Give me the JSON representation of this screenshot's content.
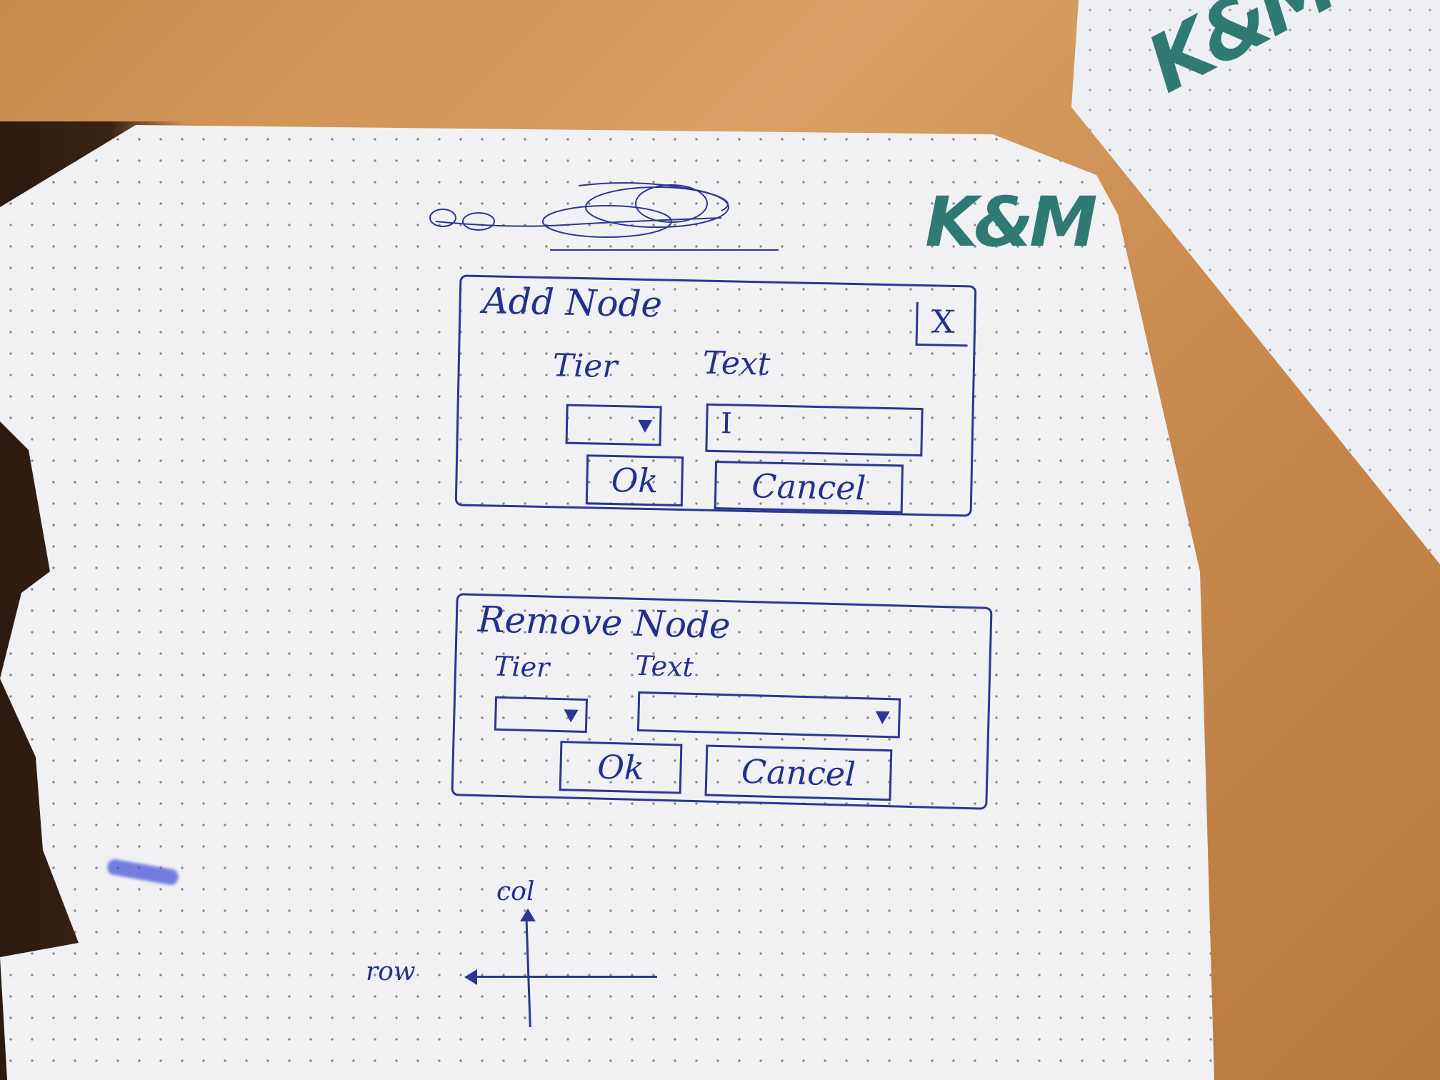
{
  "logo": {
    "text": "K&M"
  },
  "add_dialog": {
    "title": "Add Node",
    "close_label": "X",
    "tier_label": "Tier",
    "text_label": "Text",
    "text_input_value": "I",
    "ok_label": "Ok",
    "cancel_label": "Cancel"
  },
  "remove_dialog": {
    "title": "Remove Node",
    "tier_label": "Tier",
    "text_label": "Text",
    "ok_label": "Ok",
    "cancel_label": "Cancel"
  },
  "axes": {
    "vertical_label": "col",
    "horizontal_label": "row"
  },
  "colors": {
    "ink": "#2c3593",
    "logo": "#2f7a73"
  }
}
